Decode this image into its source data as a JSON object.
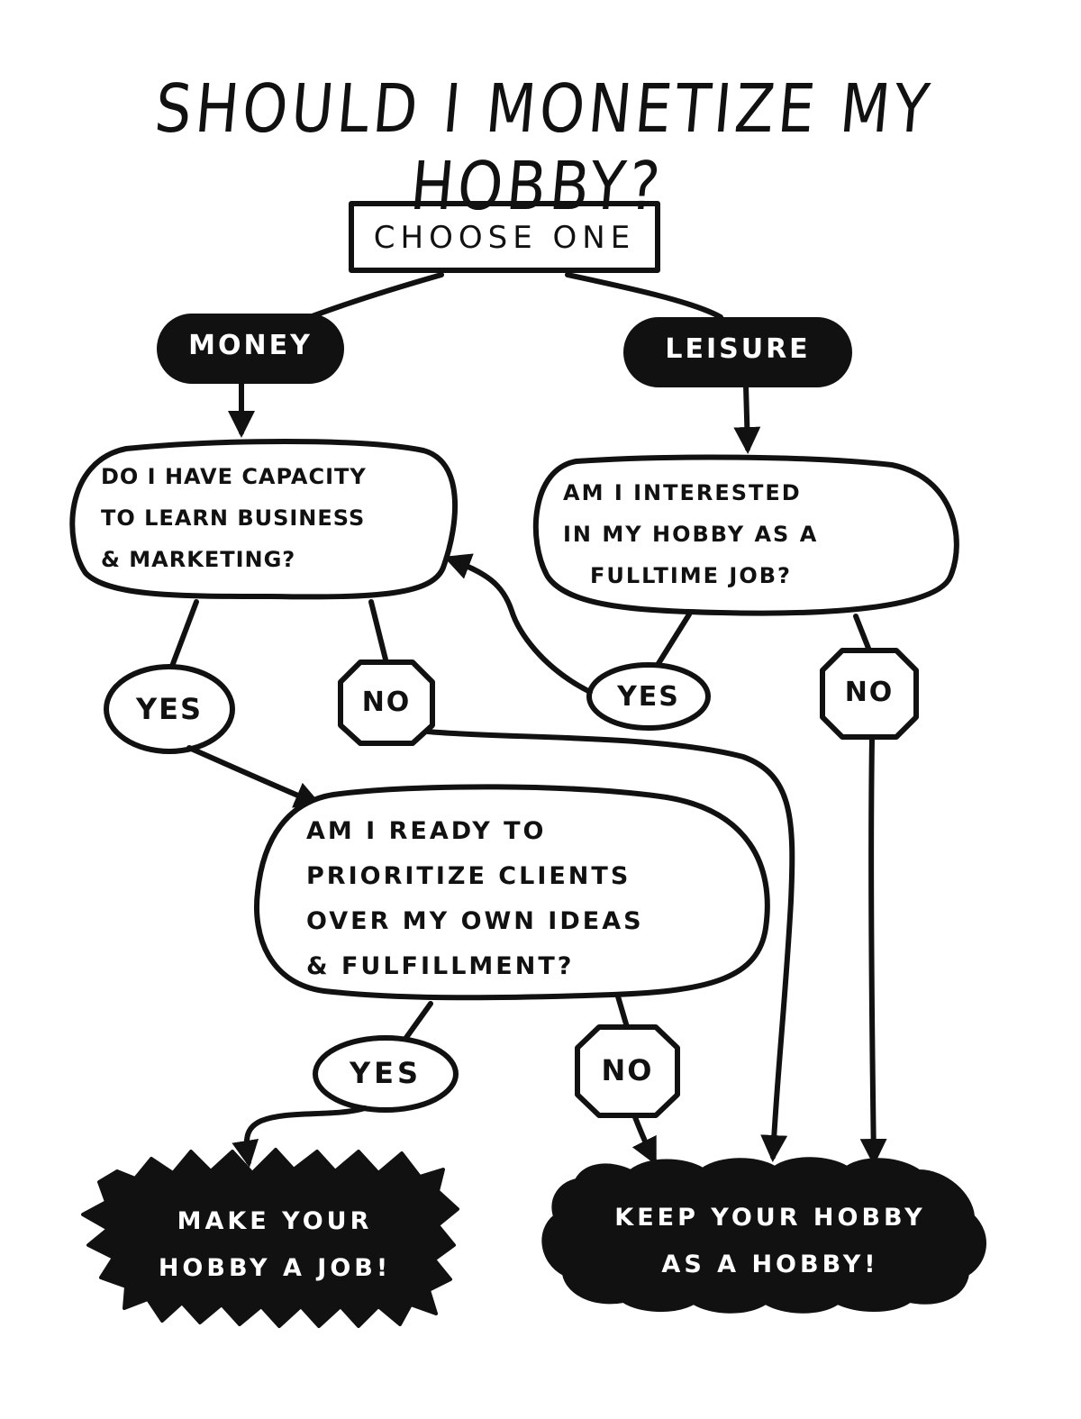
{
  "title": "SHOULD I MONETIZE MY HOBBY?",
  "nodes": {
    "choose": "CHOOSE ONE",
    "money": "MONEY",
    "leisure": "LEISURE",
    "q1": [
      "DO I HAVE CAPACITY",
      "TO LEARN BUSINESS",
      "& MARKETING?"
    ],
    "q2": [
      "AM I INTERESTED",
      "IN MY HOBBY AS A",
      "FULLTIME JOB?"
    ],
    "q1_yes": "YES",
    "q1_no": "NO",
    "q2_yes": "YES",
    "q2_no": "NO",
    "q3": [
      "AM I READY TO",
      "PRIORITIZE CLIENTS",
      "OVER MY OWN IDEAS",
      "& FULFILLMENT?"
    ],
    "q3_yes": "YES",
    "q3_no": "NO",
    "result_job": [
      "MAKE YOUR",
      "HOBBY A JOB!"
    ],
    "result_hobby": [
      "KEEP YOUR HOBBY",
      "AS A HOBBY!"
    ]
  },
  "colors": {
    "ink": "#111111",
    "paper": "#ffffff"
  }
}
